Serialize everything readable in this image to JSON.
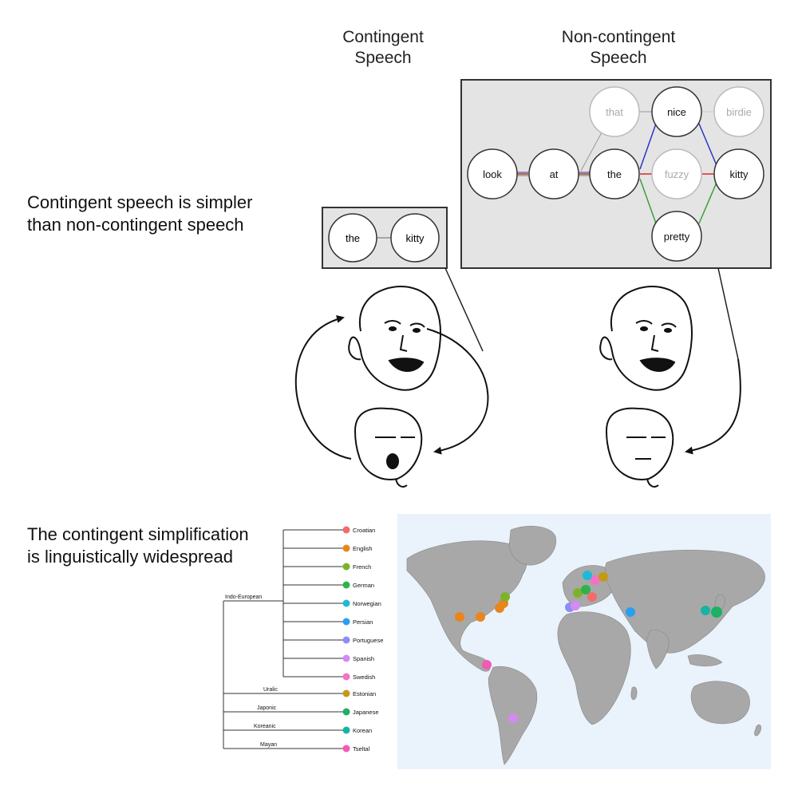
{
  "headings": {
    "contingent": [
      "Contingent",
      "Speech"
    ],
    "noncontingent": [
      "Non-contingent",
      "Speech"
    ]
  },
  "claims": {
    "simpler": [
      "Contingent speech is simpler",
      "than non-contingent speech"
    ],
    "widespread": [
      "The contingent simplification",
      "is linguistically widespread"
    ]
  },
  "contingent_nodes": [
    "the",
    "kitty"
  ],
  "noncontingent_nodes": {
    "look": "look",
    "at": "at",
    "the": "the",
    "that": "that",
    "nice": "nice",
    "fuzzy": "fuzzy",
    "pretty": "pretty",
    "birdie": "birdie",
    "kitty": "kitty"
  },
  "tree": {
    "families": [
      "Indo-European",
      "Uralic",
      "Japonic",
      "Koreanic",
      "Mayan"
    ],
    "languages": [
      {
        "name": "Croatian",
        "color": "#f26c6c"
      },
      {
        "name": "English",
        "color": "#e8861c"
      },
      {
        "name": "French",
        "color": "#7cb32a"
      },
      {
        "name": "German",
        "color": "#2db34a"
      },
      {
        "name": "Norwegian",
        "color": "#1eb9d6"
      },
      {
        "name": "Persian",
        "color": "#2a9ff0"
      },
      {
        "name": "Portuguese",
        "color": "#8f8cf2"
      },
      {
        "name": "Spanish",
        "color": "#d38af2"
      },
      {
        "name": "Swedish",
        "color": "#f272c8"
      },
      {
        "name": "Estonian",
        "color": "#c49a14"
      },
      {
        "name": "Japanese",
        "color": "#1eb064"
      },
      {
        "name": "Korean",
        "color": "#18b3a4"
      },
      {
        "name": "Tseltal",
        "color": "#f25ab4"
      }
    ]
  },
  "colors": {
    "map_ocean": "#eaf3fb",
    "map_land": "#a8a8a8",
    "panel_fill": "#e4e4e4",
    "edge_blue": "#2a34c8",
    "edge_green": "#3aa03a",
    "edge_red": "#d82a2a"
  }
}
